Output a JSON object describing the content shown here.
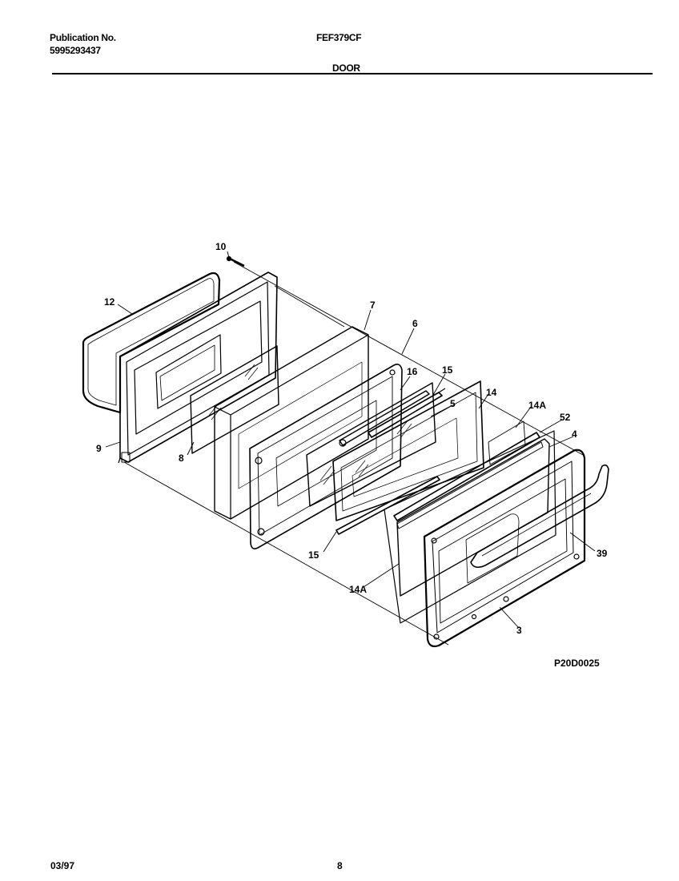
{
  "header": {
    "publication_label": "Publication No.",
    "publication_number": "5995293437",
    "model": "FEF379CF",
    "section_title": "DOOR"
  },
  "diagram": {
    "figure_id": "P20D0025",
    "callouts": {
      "c10": "10",
      "c12": "12",
      "c9": "9",
      "c8": "8",
      "c7": "7",
      "c6": "6",
      "c16": "16",
      "c15a": "15",
      "c5": "5",
      "c14": "14",
      "c14a_top": "14A",
      "c52": "52",
      "c4": "4",
      "c39": "39",
      "c15b": "15",
      "c14a_bottom": "14A",
      "c3": "3"
    }
  },
  "footer": {
    "date": "03/97",
    "page": "8"
  }
}
